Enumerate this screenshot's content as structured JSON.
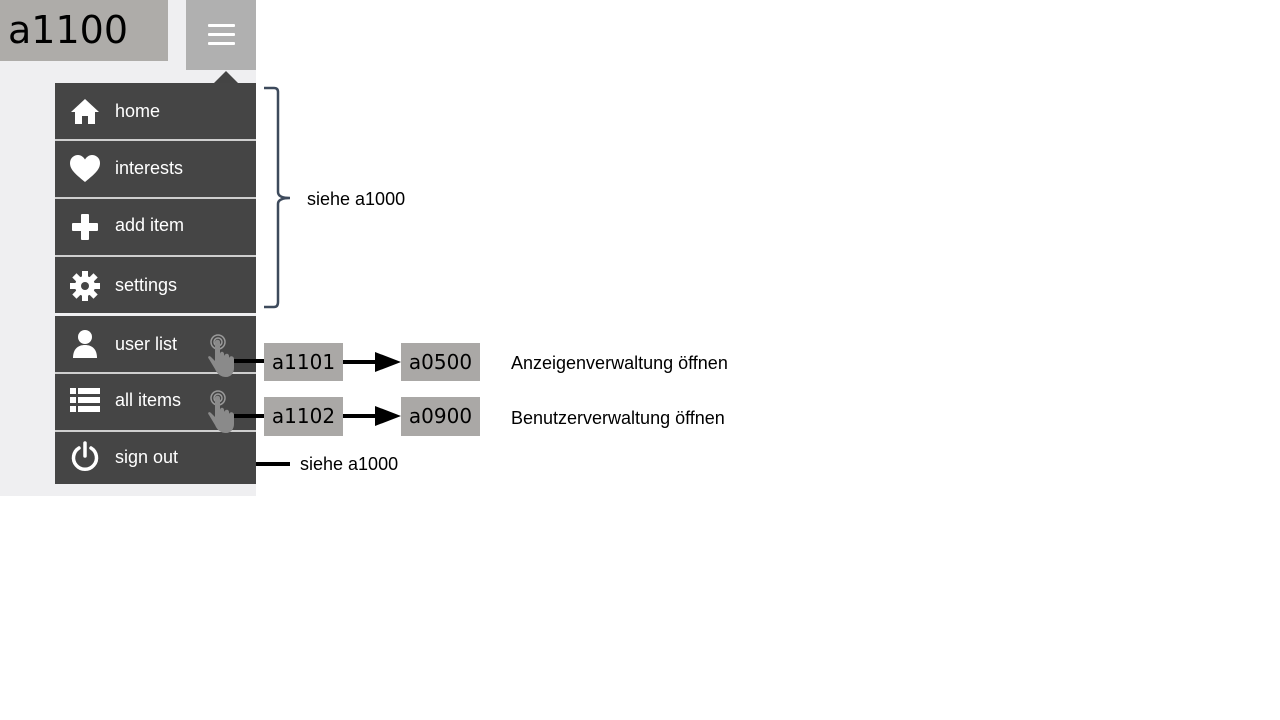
{
  "screen_id": "a1100",
  "menu_button_icon": "hamburger-icon",
  "menu": {
    "items": [
      {
        "label": "home",
        "icon": "home-icon"
      },
      {
        "label": "interests",
        "icon": "heart-icon"
      },
      {
        "label": "add item",
        "icon": "plus-icon"
      },
      {
        "label": "settings",
        "icon": "gear-icon"
      },
      {
        "label": "user list",
        "icon": "user-icon"
      },
      {
        "label": "all items",
        "icon": "list-icon"
      },
      {
        "label": "sign out",
        "icon": "power-icon"
      }
    ]
  },
  "annotations": {
    "bracket_note": "siehe a1000",
    "sign_out_note": "siehe a1000",
    "flows": [
      {
        "from": "a1101",
        "to": "a0500",
        "description": "Anzeigenverwaltung öffnen"
      },
      {
        "from": "a1102",
        "to": "a0900",
        "description": "Benutzerverwaltung öffnen"
      }
    ]
  },
  "colors": {
    "menu_bg": "#454545",
    "id_box_bg": "#aaa8a6",
    "menu_button_bg": "#b0b0b0",
    "bracket": "#3d4a5c"
  }
}
